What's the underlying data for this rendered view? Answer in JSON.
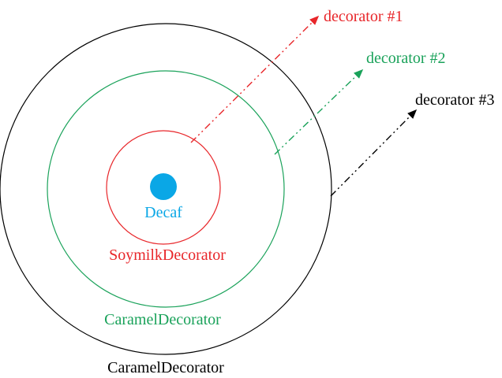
{
  "colors": {
    "outer": "#000000",
    "middle": "#1aa25a",
    "inner": "#e8262a",
    "core": "#0aa7e6"
  },
  "core": {
    "label": "Decaf"
  },
  "rings": {
    "inner": {
      "label": "SoymilkDecorator"
    },
    "middle": {
      "label": "CaramelDecorator"
    },
    "outer": {
      "label": "CaramelDecorator"
    }
  },
  "arrows": [
    {
      "label": "decorator #1",
      "color": "#e8262a"
    },
    {
      "label": "decorator #2",
      "color": "#1aa25a"
    },
    {
      "label": "decorator #3",
      "color": "#000000"
    }
  ]
}
